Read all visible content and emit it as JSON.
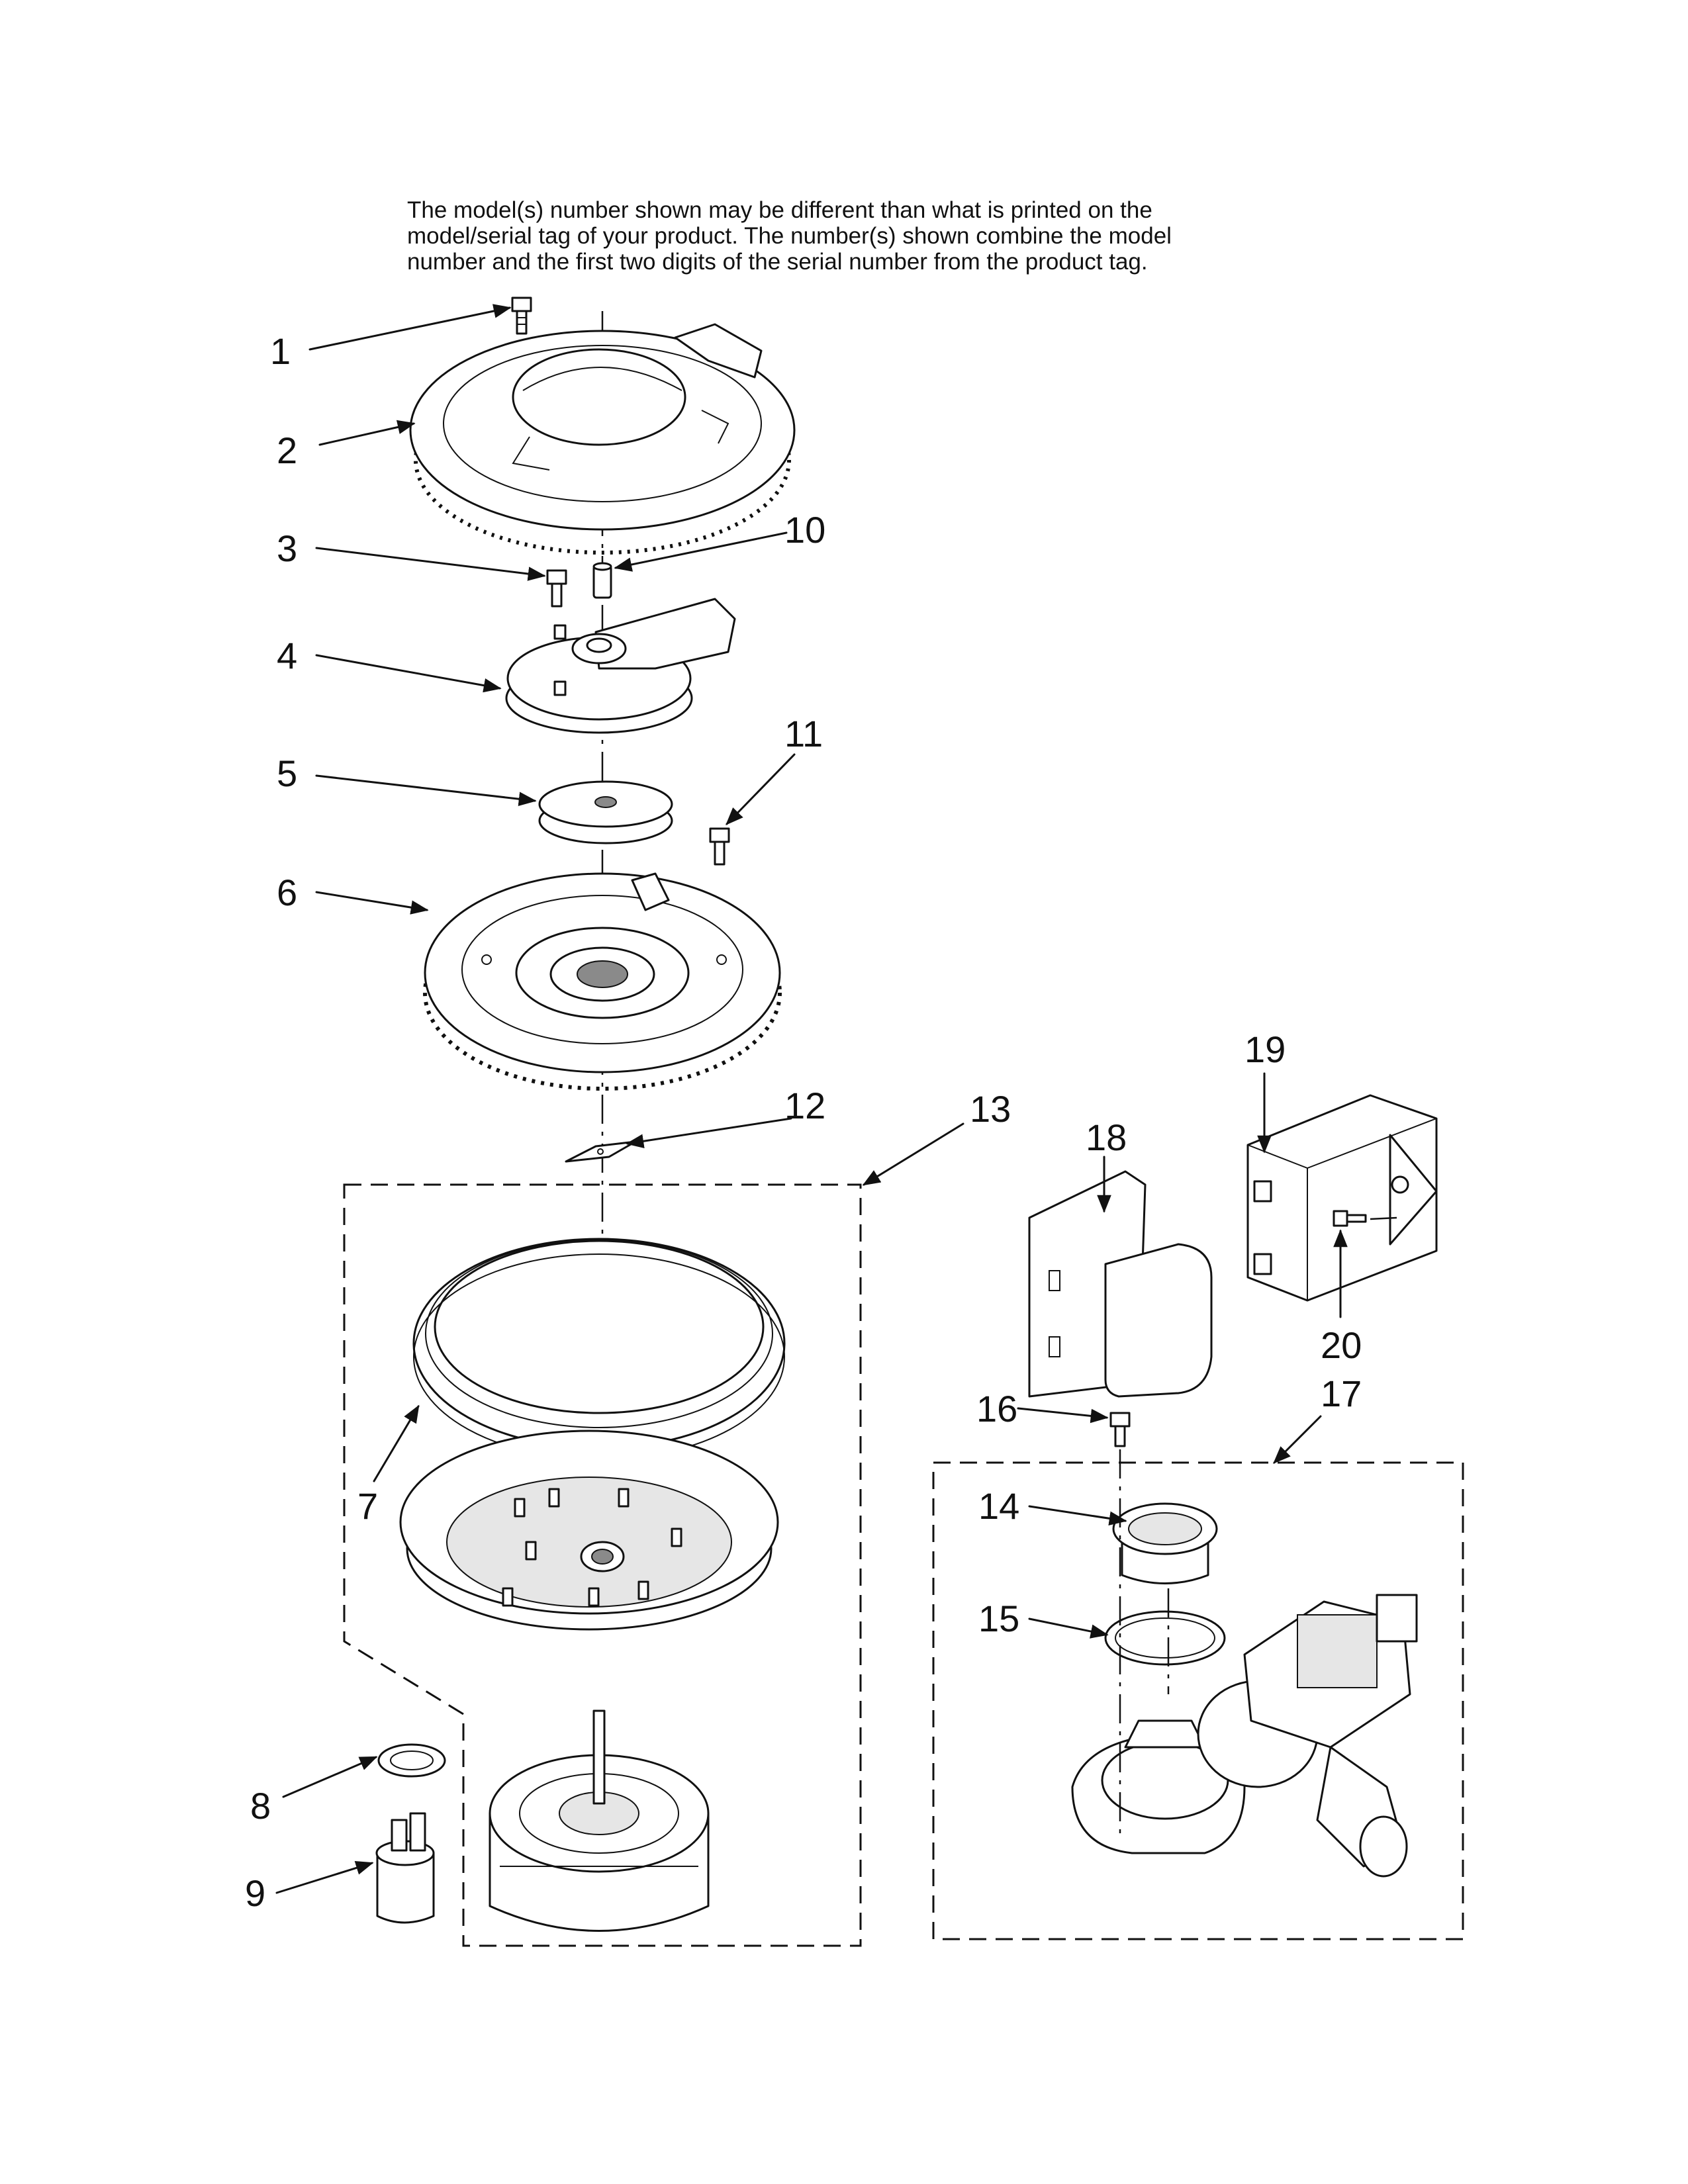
{
  "notice_lines": [
    "The model(s) number shown may be different than what is printed on the",
    "model/serial tag of your product. The number(s) shown combine the model",
    "number and the first two digits of the serial number from the product tag."
  ],
  "callouts": [
    "1",
    "2",
    "3",
    "4",
    "5",
    "6",
    "7",
    "8",
    "9",
    "10",
    "11",
    "12",
    "13",
    "14",
    "15",
    "16",
    "17",
    "18",
    "19",
    "20"
  ]
}
